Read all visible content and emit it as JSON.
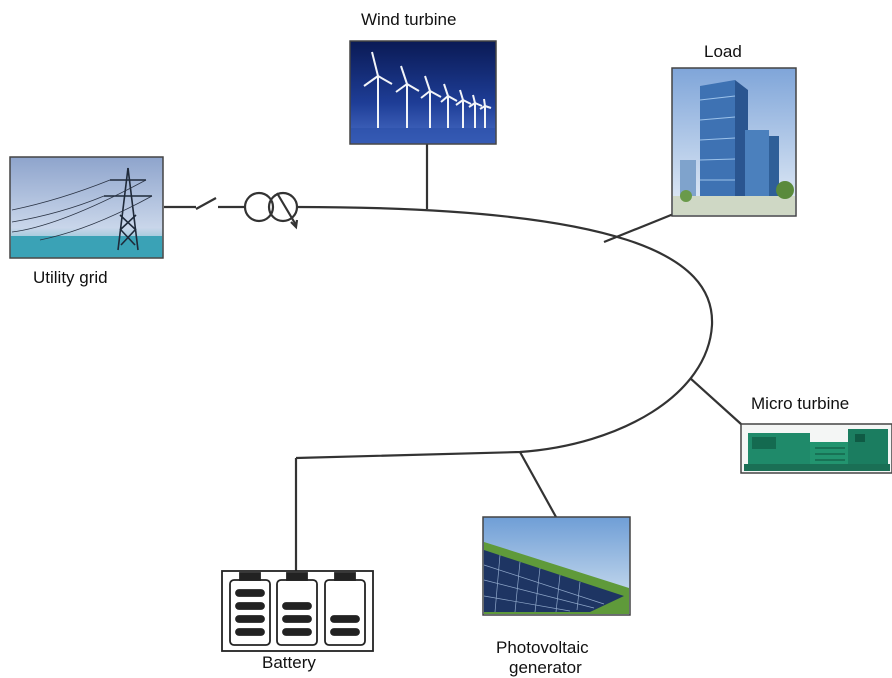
{
  "labels": {
    "wind_turbine": "Wind turbine",
    "load": "Load",
    "utility_grid": "Utility grid",
    "micro_turbine": "Micro turbine",
    "photovoltaic_line1": "Photovoltaic",
    "photovoltaic_line2": "generator",
    "battery": "Battery"
  },
  "colors": {
    "line": "#333333",
    "frame": "#444444",
    "wind_sky_top": "#0d1f63",
    "wind_sky_bottom": "#3557b8",
    "grid_sky": "#b7c8e3",
    "grid_water": "#4aa8b8",
    "turbine_green": "#1f8a6a",
    "pv_panel": "#1e3563",
    "pv_grass": "#5f9a3a"
  },
  "icons": [
    "wind-turbine-image",
    "building-load-image",
    "transmission-tower-image",
    "micro-turbine-image",
    "solar-panel-image",
    "battery-icon",
    "switch-symbol",
    "transformer-symbol"
  ]
}
